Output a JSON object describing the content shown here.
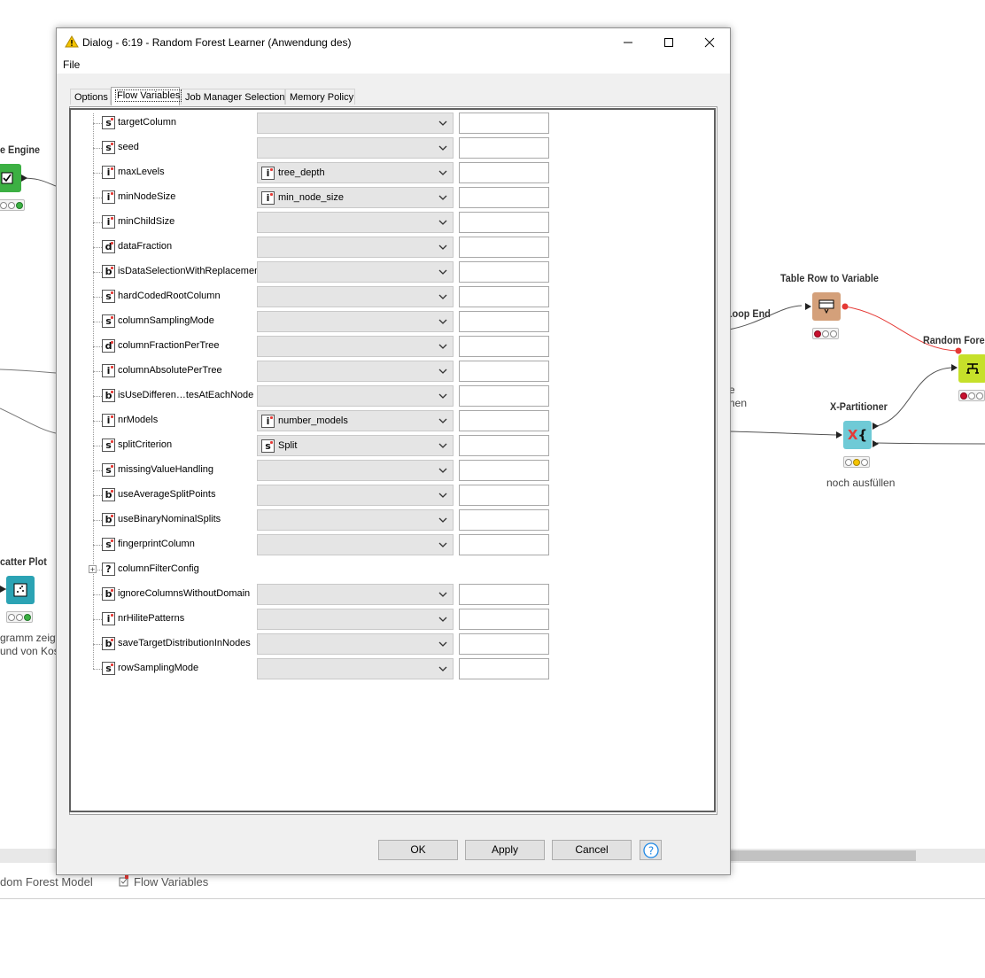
{
  "background": {
    "nodes": {
      "engine_label": "e Engine",
      "table_row_to_variable_label": "Table Row to Variable",
      "loop_end_label": "Loop End",
      "random_forest_label": "Random Forest",
      "x_partitioner_label": "X-Partitioner",
      "x_partitioner_annotation": "noch ausfüllen",
      "scatter_plot_label": "catter Plot",
      "scatter_annotation_line1": "gramm zeigt C",
      "scatter_annotation_line2": "und von Koste",
      "loop_annotation_line1": "e",
      "loop_annotation_line2": "nen"
    },
    "bottom_tabs": {
      "model_tab": "dom Forest Model",
      "flow_variables_tab": "Flow Variables"
    }
  },
  "dialog": {
    "title": "Dialog - 6:19 - Random Forest Learner (Anwendung des)",
    "menu_file": "File",
    "tabs": [
      {
        "label": "Options"
      },
      {
        "label": "Flow Variables"
      },
      {
        "label": "Job Manager Selection"
      },
      {
        "label": "Memory Policy"
      }
    ],
    "active_tab": "Flow Variables",
    "rows": [
      {
        "name": "targetColumn",
        "type": "s",
        "value": "",
        "value_type": ""
      },
      {
        "name": "seed",
        "type": "s",
        "value": "",
        "value_type": ""
      },
      {
        "name": "maxLevels",
        "type": "i",
        "value": "tree_depth",
        "value_type": "i"
      },
      {
        "name": "minNodeSize",
        "type": "i",
        "value": "min_node_size",
        "value_type": "i"
      },
      {
        "name": "minChildSize",
        "type": "i",
        "value": "",
        "value_type": ""
      },
      {
        "name": "dataFraction",
        "type": "d",
        "value": "",
        "value_type": ""
      },
      {
        "name": "isDataSelectionWithReplacement",
        "type": "b",
        "value": "",
        "value_type": ""
      },
      {
        "name": "hardCodedRootColumn",
        "type": "s",
        "value": "",
        "value_type": ""
      },
      {
        "name": "columnSamplingMode",
        "type": "s",
        "value": "",
        "value_type": ""
      },
      {
        "name": "columnFractionPerTree",
        "type": "d",
        "value": "",
        "value_type": ""
      },
      {
        "name": "columnAbsolutePerTree",
        "type": "i",
        "value": "",
        "value_type": ""
      },
      {
        "name": "isUseDifferen…tesAtEachNode",
        "type": "b",
        "value": "",
        "value_type": ""
      },
      {
        "name": "nrModels",
        "type": "i",
        "value": "number_models",
        "value_type": "i"
      },
      {
        "name": "splitCriterion",
        "type": "s",
        "value": "Split",
        "value_type": "s"
      },
      {
        "name": "missingValueHandling",
        "type": "s",
        "value": "",
        "value_type": ""
      },
      {
        "name": "useAverageSplitPoints",
        "type": "b",
        "value": "",
        "value_type": ""
      },
      {
        "name": "useBinaryNominalSplits",
        "type": "b",
        "value": "",
        "value_type": ""
      },
      {
        "name": "fingerprintColumn",
        "type": "s",
        "value": "",
        "value_type": ""
      },
      {
        "name": "columnFilterConfig",
        "type": "?",
        "value": "",
        "value_type": "",
        "is_group": true
      },
      {
        "name": "ignoreColumnsWithoutDomain",
        "type": "b",
        "value": "",
        "value_type": ""
      },
      {
        "name": "nrHilitePatterns",
        "type": "i",
        "value": "",
        "value_type": ""
      },
      {
        "name": "saveTargetDistributionInNodes",
        "type": "b",
        "value": "",
        "value_type": ""
      },
      {
        "name": "rowSamplingMode",
        "type": "s",
        "value": "",
        "value_type": ""
      }
    ],
    "buttons": {
      "ok": "OK",
      "apply": "Apply",
      "cancel": "Cancel"
    },
    "colors": {
      "warning_icon": "#f5c400",
      "variable_marker": "#e53935",
      "help_icon": "#1e88e5"
    }
  }
}
